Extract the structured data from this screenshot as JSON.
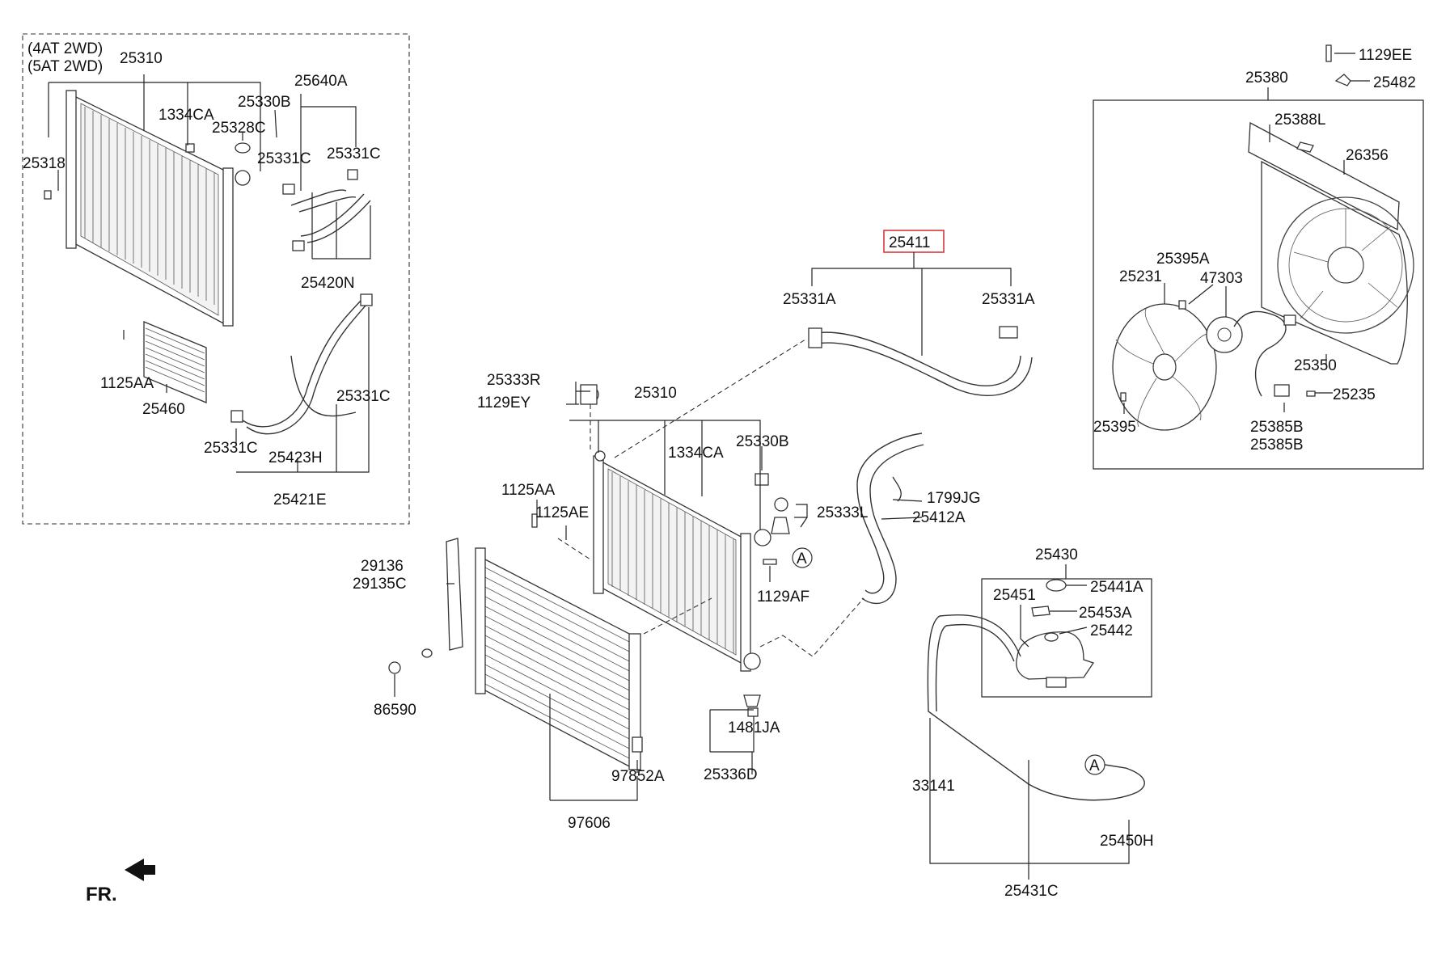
{
  "frame_note": [
    "(4AT 2WD)",
    "(5AT 2WD)"
  ],
  "front_marker": "FR.",
  "highlighted_part": "25411",
  "callout_marker": "A",
  "labels": {
    "l25310a": "25310",
    "l25640A": "25640A",
    "l25330Ba": "25330B",
    "l1334CAa": "1334CA",
    "l25328C": "25328C",
    "l25318": "25318",
    "l25331Ca": "25331C",
    "l25331Cb": "25331C",
    "l25420N": "25420N",
    "l1125AAa": "1125AA",
    "l25460": "25460",
    "l25331Cc": "25331C",
    "l25331Cd": "25331C",
    "l25423H": "25423H",
    "l25421E": "25421E",
    "l25331Ae": "25331A",
    "l25331Af": "25331A",
    "l25333R": "25333R",
    "l1129EY": "1129EY",
    "l25310b": "25310",
    "l1334CAb": "1334CA",
    "l25330Bb": "25330B",
    "l1125AAb": "1125AA",
    "l1125AE": "1125AE",
    "l25333L": "25333L",
    "l1799JG": "1799JG",
    "l25412A": "25412A",
    "l1129AF": "1129AF",
    "l29136": "29136",
    "l29135C": "29135C",
    "l86590": "86590",
    "l1481JA": "1481JA",
    "l25336D": "25336D",
    "l97852A": "97852A",
    "l97606": "97606",
    "l25430": "25430",
    "l25451": "25451",
    "l25441A": "25441A",
    "l25453A": "25453A",
    "l25442": "25442",
    "l33141": "33141",
    "l25450H": "25450H",
    "l25431C": "25431C",
    "l1129EE": "1129EE",
    "l25482": "25482",
    "l25380": "25380",
    "l25388L": "25388L",
    "l26356": "26356",
    "l25395A": "25395A",
    "l25231": "25231",
    "l47303": "47303",
    "l25350": "25350",
    "l25235": "25235",
    "l25395": "25395",
    "l25385Ba": "25385B",
    "l25385Bb": "25385B"
  }
}
